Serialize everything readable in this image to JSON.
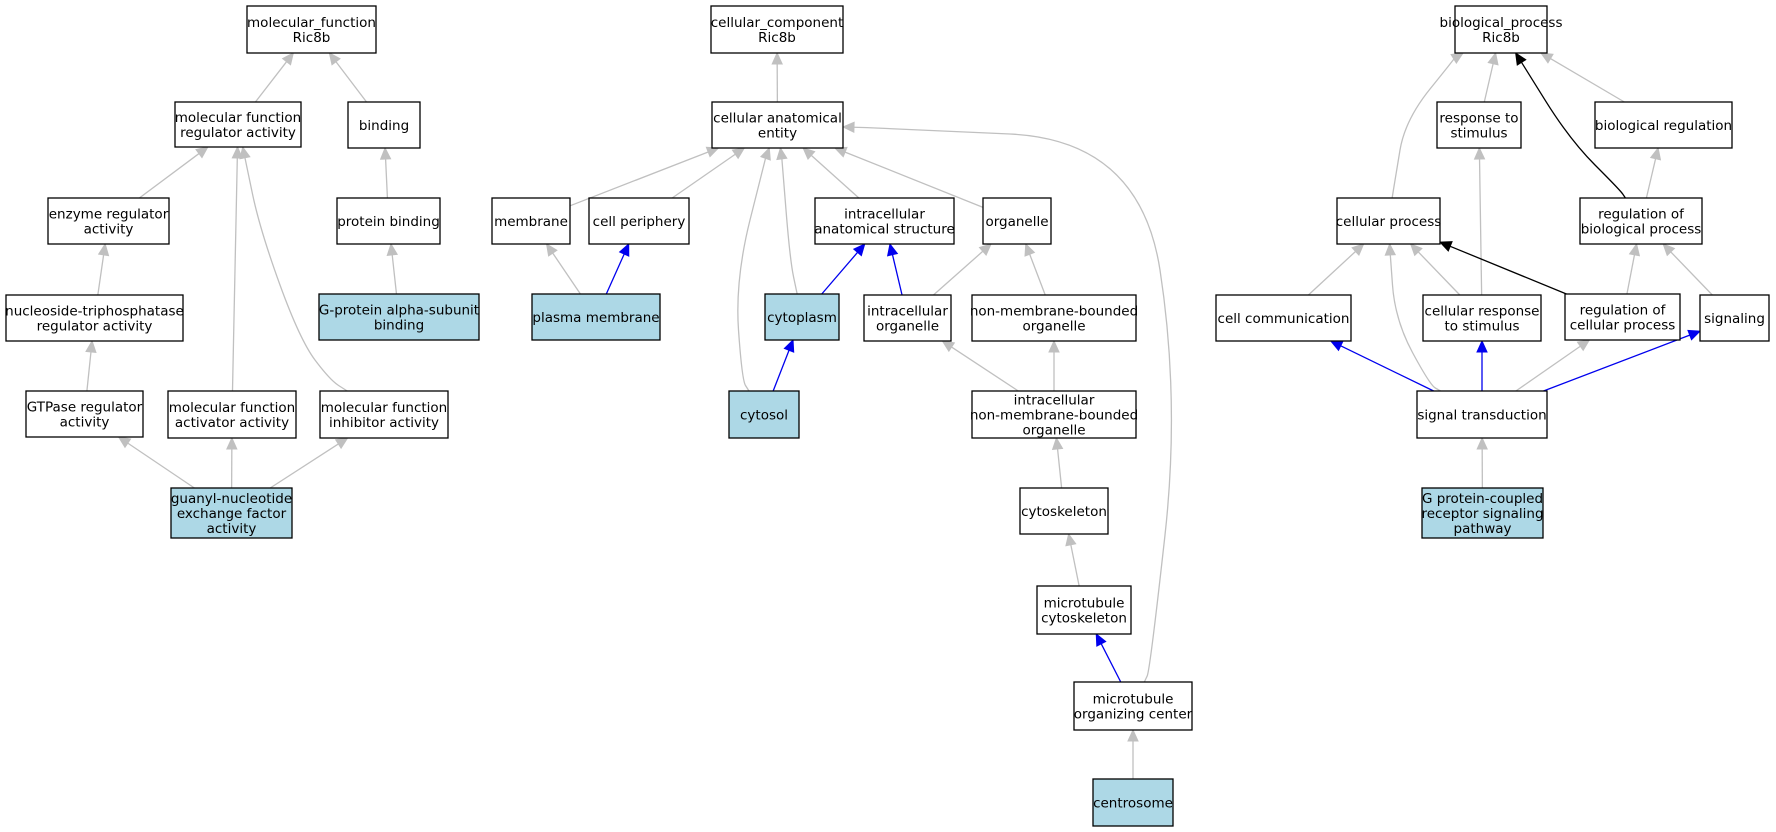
{
  "colors": {
    "highlight_fill": "#add8e6",
    "default_fill": "#ffffff",
    "edge_grey": "#c0c0c0",
    "edge_blue": "#0000ee",
    "edge_black": "#000000"
  },
  "nodes": [
    {
      "id": "mf_root",
      "lines": [
        "molecular_function",
        "Ric8b"
      ],
      "hl": false
    },
    {
      "id": "mf_reg",
      "lines": [
        "molecular function",
        "regulator activity"
      ],
      "hl": false
    },
    {
      "id": "binding",
      "lines": [
        "binding"
      ],
      "hl": false
    },
    {
      "id": "enz_reg",
      "lines": [
        "enzyme regulator",
        "activity"
      ],
      "hl": false
    },
    {
      "id": "prot_bind",
      "lines": [
        "protein binding"
      ],
      "hl": false
    },
    {
      "id": "ntp_reg",
      "lines": [
        "nucleoside-triphosphatase",
        "regulator activity"
      ],
      "hl": false
    },
    {
      "id": "gprot_alpha",
      "lines": [
        "G-protein alpha-subunit",
        "binding"
      ],
      "hl": true
    },
    {
      "id": "gtpase_reg",
      "lines": [
        "GTPase regulator",
        "activity"
      ],
      "hl": false
    },
    {
      "id": "mf_act",
      "lines": [
        "molecular function",
        "activator activity"
      ],
      "hl": false
    },
    {
      "id": "mf_inh",
      "lines": [
        "molecular function",
        "inhibitor activity"
      ],
      "hl": false
    },
    {
      "id": "gef",
      "lines": [
        "guanyl-nucleotide",
        "exchange factor",
        "activity"
      ],
      "hl": true
    },
    {
      "id": "cc_root",
      "lines": [
        "cellular_component",
        "Ric8b"
      ],
      "hl": false
    },
    {
      "id": "cae",
      "lines": [
        "cellular anatomical",
        "entity"
      ],
      "hl": false
    },
    {
      "id": "membrane",
      "lines": [
        "membrane"
      ],
      "hl": false
    },
    {
      "id": "cell_periph",
      "lines": [
        "cell periphery"
      ],
      "hl": false
    },
    {
      "id": "ias",
      "lines": [
        "intracellular",
        "anatomical structure"
      ],
      "hl": false
    },
    {
      "id": "organelle",
      "lines": [
        "organelle"
      ],
      "hl": false
    },
    {
      "id": "plasma_mem",
      "lines": [
        "plasma membrane"
      ],
      "hl": true
    },
    {
      "id": "cytoplasm",
      "lines": [
        "cytoplasm"
      ],
      "hl": true
    },
    {
      "id": "ic_org",
      "lines": [
        "intracellular",
        "organelle"
      ],
      "hl": false
    },
    {
      "id": "nmb_org",
      "lines": [
        "non-membrane-bounded",
        "organelle"
      ],
      "hl": false
    },
    {
      "id": "cytosol",
      "lines": [
        "cytosol"
      ],
      "hl": true
    },
    {
      "id": "ic_nmb_org",
      "lines": [
        "intracellular",
        "non-membrane-bounded",
        "organelle"
      ],
      "hl": false
    },
    {
      "id": "cytoskel",
      "lines": [
        "cytoskeleton"
      ],
      "hl": false
    },
    {
      "id": "mt_cytoskel",
      "lines": [
        "microtubule",
        "cytoskeleton"
      ],
      "hl": false
    },
    {
      "id": "mtoc",
      "lines": [
        "microtubule",
        "organizing center"
      ],
      "hl": false
    },
    {
      "id": "centrosome",
      "lines": [
        "centrosome"
      ],
      "hl": true
    },
    {
      "id": "bp_root",
      "lines": [
        "biological_process",
        "Ric8b"
      ],
      "hl": false
    },
    {
      "id": "resp_stim",
      "lines": [
        "response to",
        "stimulus"
      ],
      "hl": false
    },
    {
      "id": "bio_reg",
      "lines": [
        "biological regulation"
      ],
      "hl": false
    },
    {
      "id": "cell_proc",
      "lines": [
        "cellular process"
      ],
      "hl": false
    },
    {
      "id": "reg_bio_proc",
      "lines": [
        "regulation of",
        "biological process"
      ],
      "hl": false
    },
    {
      "id": "cell_comm",
      "lines": [
        "cell communication"
      ],
      "hl": false
    },
    {
      "id": "cell_resp_stim",
      "lines": [
        "cellular response",
        "to stimulus"
      ],
      "hl": false
    },
    {
      "id": "reg_cell_proc",
      "lines": [
        "regulation of",
        "cellular process"
      ],
      "hl": false
    },
    {
      "id": "signaling",
      "lines": [
        "signaling"
      ],
      "hl": false
    },
    {
      "id": "sig_trans",
      "lines": [
        "signal transduction"
      ],
      "hl": false
    },
    {
      "id": "gpcr",
      "lines": [
        "G protein-coupled",
        "receptor signaling",
        "pathway"
      ],
      "hl": true
    }
  ],
  "edges": [
    {
      "from": "mf_reg",
      "to": "mf_root",
      "color": "grey"
    },
    {
      "from": "binding",
      "to": "mf_root",
      "color": "grey"
    },
    {
      "from": "enz_reg",
      "to": "mf_reg",
      "color": "grey"
    },
    {
      "from": "prot_bind",
      "to": "binding",
      "color": "grey"
    },
    {
      "from": "ntp_reg",
      "to": "enz_reg",
      "color": "grey"
    },
    {
      "from": "gprot_alpha",
      "to": "prot_bind",
      "color": "grey"
    },
    {
      "from": "gtpase_reg",
      "to": "ntp_reg",
      "color": "grey"
    },
    {
      "from": "mf_act",
      "to": "mf_reg",
      "color": "grey"
    },
    {
      "from": "mf_inh",
      "to": "mf_reg",
      "color": "grey"
    },
    {
      "from": "gef",
      "to": "gtpase_reg",
      "color": "grey"
    },
    {
      "from": "gef",
      "to": "mf_act",
      "color": "grey"
    },
    {
      "from": "gef",
      "to": "mf_inh",
      "color": "grey"
    },
    {
      "from": "cae",
      "to": "cc_root",
      "color": "grey"
    },
    {
      "from": "membrane",
      "to": "cae",
      "color": "grey"
    },
    {
      "from": "cell_periph",
      "to": "cae",
      "color": "grey"
    },
    {
      "from": "ias",
      "to": "cae",
      "color": "grey"
    },
    {
      "from": "organelle",
      "to": "cae",
      "color": "grey"
    },
    {
      "from": "cytoplasm",
      "to": "cae",
      "color": "grey"
    },
    {
      "from": "cytosol",
      "to": "cae",
      "color": "grey"
    },
    {
      "from": "mtoc",
      "to": "cae",
      "color": "grey"
    },
    {
      "from": "plasma_mem",
      "to": "membrane",
      "color": "grey"
    },
    {
      "from": "plasma_mem",
      "to": "cell_periph",
      "color": "blue"
    },
    {
      "from": "cytoplasm",
      "to": "ias",
      "color": "blue"
    },
    {
      "from": "ic_org",
      "to": "ias",
      "color": "blue"
    },
    {
      "from": "ic_org",
      "to": "organelle",
      "color": "grey"
    },
    {
      "from": "nmb_org",
      "to": "organelle",
      "color": "grey"
    },
    {
      "from": "cytosol",
      "to": "cytoplasm",
      "color": "blue"
    },
    {
      "from": "ic_nmb_org",
      "to": "ic_org",
      "color": "grey"
    },
    {
      "from": "ic_nmb_org",
      "to": "nmb_org",
      "color": "grey"
    },
    {
      "from": "cytoskel",
      "to": "ic_nmb_org",
      "color": "grey"
    },
    {
      "from": "mt_cytoskel",
      "to": "cytoskel",
      "color": "grey"
    },
    {
      "from": "mtoc",
      "to": "mt_cytoskel",
      "color": "blue"
    },
    {
      "from": "centrosome",
      "to": "mtoc",
      "color": "grey"
    },
    {
      "from": "resp_stim",
      "to": "bp_root",
      "color": "grey"
    },
    {
      "from": "bio_reg",
      "to": "bp_root",
      "color": "grey"
    },
    {
      "from": "cell_proc",
      "to": "bp_root",
      "color": "grey"
    },
    {
      "from": "reg_bio_proc",
      "to": "bp_root",
      "color": "black"
    },
    {
      "from": "reg_bio_proc",
      "to": "bio_reg",
      "color": "grey"
    },
    {
      "from": "cell_comm",
      "to": "cell_proc",
      "color": "grey"
    },
    {
      "from": "cell_resp_stim",
      "to": "cell_proc",
      "color": "grey"
    },
    {
      "from": "cell_resp_stim",
      "to": "resp_stim",
      "color": "grey"
    },
    {
      "from": "reg_cell_proc",
      "to": "cell_proc",
      "color": "black"
    },
    {
      "from": "reg_cell_proc",
      "to": "reg_bio_proc",
      "color": "grey"
    },
    {
      "from": "signaling",
      "to": "reg_bio_proc",
      "color": "grey"
    },
    {
      "from": "sig_trans",
      "to": "cell_comm",
      "color": "blue"
    },
    {
      "from": "sig_trans",
      "to": "cell_resp_stim",
      "color": "blue"
    },
    {
      "from": "sig_trans",
      "to": "signaling",
      "color": "blue"
    },
    {
      "from": "sig_trans",
      "to": "reg_cell_proc",
      "color": "grey"
    },
    {
      "from": "sig_trans",
      "to": "cell_proc",
      "color": "grey"
    },
    {
      "from": "gpcr",
      "to": "sig_trans",
      "color": "grey"
    }
  ]
}
